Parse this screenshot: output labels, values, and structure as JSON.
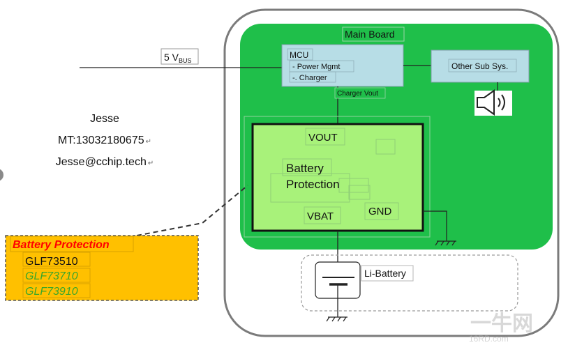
{
  "device": {
    "main_board_label": "Main Board",
    "mcu": {
      "title": "MCU",
      "items": [
        "- Power Mgmt",
        "-. Charger"
      ]
    },
    "other_subsystem_label": "Other Sub Sys.",
    "charger_vout_label": "Charger Vout",
    "protection_block": {
      "vout_label": "VOUT",
      "title_line1": "Battery",
      "title_line2": "Protection",
      "vbat_label": "VBAT",
      "gnd_label": "GND"
    },
    "battery_label": "Li-Battery"
  },
  "vbus": {
    "main": "5 V",
    "subscript": "BUS"
  },
  "contact": {
    "name": "Jesse",
    "phone": "MT:13032180675",
    "email": "Jesse@cchip.tech",
    "return_mark": "↵"
  },
  "callout": {
    "title": "Battery Protection",
    "parts": [
      "GLF73510",
      "GLF73710",
      "GLF73910"
    ]
  },
  "watermark": {
    "main": "一牛网",
    "sub": "16RD.com"
  },
  "colors": {
    "board_green": "#1fbf4a",
    "protection_green": "#a8f27a",
    "mcu_blue": "#b7dde6",
    "callout_orange": "#ffc000",
    "callout_title_red": "#ff0000",
    "part_green": "#3aa62b"
  }
}
